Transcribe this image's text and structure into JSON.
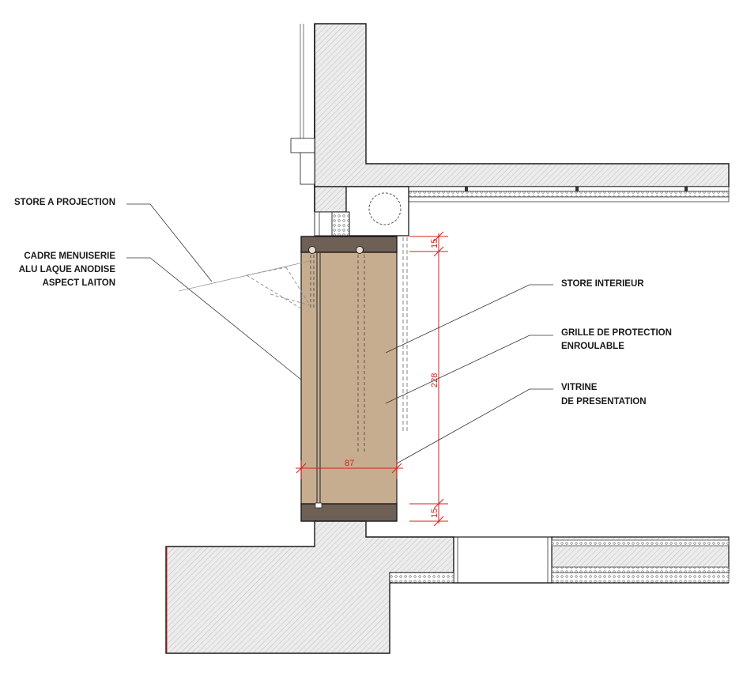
{
  "labels": {
    "store_projection": "STORE A PROJECTION",
    "cadre_line1": "CADRE MENUISERIE",
    "cadre_line2": "ALU LAQUE ANODISE",
    "cadre_line3": "ASPECT LAITON",
    "store_interieur": "STORE INTERIEUR",
    "grille_line1": "GRILLE DE PROTECTION",
    "grille_line2": "ENROULABLE",
    "vitrine_line1": "VITRINE",
    "vitrine_line2": "DE PRESENTATION"
  },
  "dimensions": {
    "top_15": "15",
    "height_228": "228",
    "bottom_15": "15",
    "width_87": "87"
  },
  "colors": {
    "glass_fill": "#c7ad8f",
    "frame_fill": "#6e6055",
    "dimension": "#d81e1e",
    "wall_fill": "#e9e9e9",
    "line": "#1a1a1a"
  }
}
